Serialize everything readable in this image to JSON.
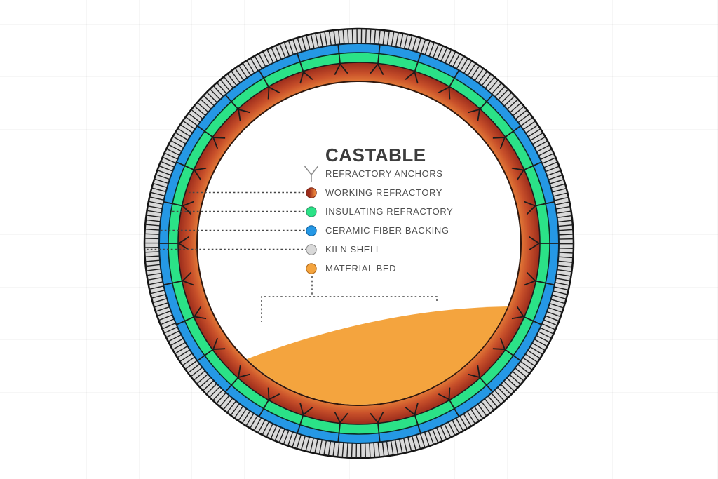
{
  "legend": {
    "title": "CASTABLE",
    "items": [
      {
        "label": "REFRACTORY ANCHORS",
        "icon": "anchor-y-icon"
      },
      {
        "label": "WORKING REFRACTORY",
        "icon": "working-refractory-dot"
      },
      {
        "label": "INSULATING REFRACTORY",
        "icon": "insulating-refractory-dot"
      },
      {
        "label": "CERAMIC FIBER BACKING",
        "icon": "ceramic-fiber-dot"
      },
      {
        "label": "KILN SHELL",
        "icon": "kiln-shell-dot"
      },
      {
        "label": "MATERIAL BED",
        "icon": "material-bed-dot"
      }
    ]
  },
  "colors": {
    "kiln_shell": "#D9D9D9",
    "ceramic_fiber": "#2598E5",
    "insulating": "#2BE287",
    "working_outer": "#9C2C1C",
    "working_mid": "#C8502A",
    "working_inner": "#E8823A",
    "material_bed": "#F4A43E"
  },
  "diagram": {
    "anchor_count": 30
  }
}
